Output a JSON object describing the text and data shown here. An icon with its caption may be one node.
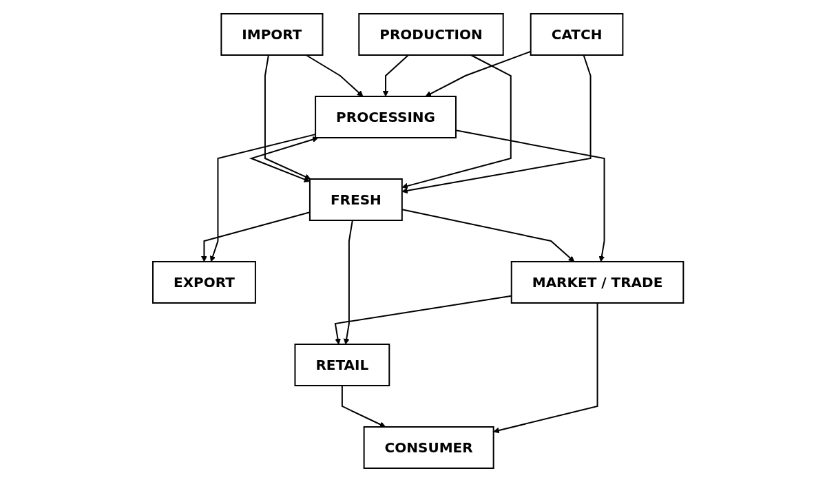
{
  "diagram": {
    "nodes": [
      {
        "text": [
          "CATCH"
        ]
      },
      {
        "text": [
          "PRODUCTION"
        ]
      },
      {
        "text": [
          "IMPORT"
        ]
      },
      {
        "text": [
          "PROCESSING"
        ]
      },
      {
        "text": [
          "FRESH"
        ]
      },
      {
        "text": [
          "EXPORT"
        ]
      },
      {
        "text": [
          "MARKET / TRADE"
        ]
      },
      {
        "text": [
          "RETAIL"
        ]
      },
      {
        "text": [
          "CONSUMER"
        ]
      }
    ],
    "edges": [
      {
        "from": 0,
        "to": 3,
        "arrow": "to"
      },
      {
        "from": 1,
        "to": 3,
        "arrow": "to"
      },
      {
        "from": 2,
        "to": 3,
        "arrow": "to"
      },
      {
        "from": 0,
        "to": 4,
        "arrow": "to"
      },
      {
        "from": 1,
        "to": 4,
        "arrow": "to"
      },
      {
        "from": 2,
        "to": 4,
        "arrow": "to"
      },
      {
        "from": 3,
        "to": 4,
        "arrow": "both"
      },
      {
        "from": 3,
        "to": 5,
        "arrow": "to"
      },
      {
        "from": 4,
        "to": 5,
        "arrow": "to"
      },
      {
        "from": 3,
        "to": 6,
        "arrow": "to"
      },
      {
        "from": 4,
        "to": 6,
        "arrow": "to"
      },
      {
        "from": 4,
        "to": 7,
        "arrow": "to"
      },
      {
        "from": 6,
        "to": 7,
        "arrow": "to"
      },
      {
        "from": 6,
        "to": 8,
        "arrow": "to"
      },
      {
        "from": 7,
        "to": 8,
        "arrow": "to"
      }
    ]
  }
}
